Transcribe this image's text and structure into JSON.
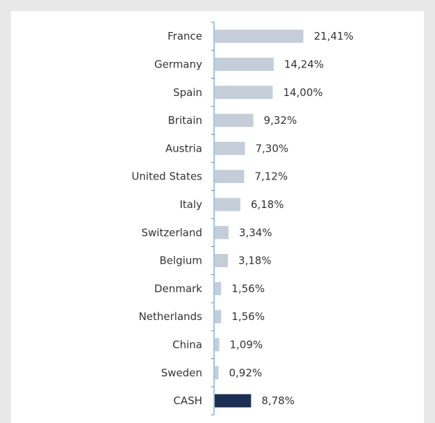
{
  "chart_data": {
    "type": "bar",
    "orientation": "horizontal",
    "title": "",
    "xlabel": "",
    "ylabel": "",
    "grid": false,
    "categories": [
      "France",
      "Germany",
      "Spain",
      "Britain",
      "Austria",
      "United States",
      "Italy",
      "Switzerland",
      "Belgium",
      "Denmark",
      "Netherlands",
      "China",
      "Sweden",
      "CASH"
    ],
    "values": [
      21.41,
      14.24,
      14.0,
      9.32,
      7.3,
      7.12,
      6.18,
      3.34,
      3.18,
      1.56,
      1.56,
      1.09,
      0.92,
      8.78
    ],
    "value_labels": [
      "21,41%",
      "14,24%",
      "14,00%",
      "9,32%",
      "7,30%",
      "7,12%",
      "6,18%",
      "3,34%",
      "3,18%",
      "1,56%",
      "1,56%",
      "1,09%",
      "0,92%",
      "8,78%"
    ],
    "colors": [
      "#c5ced8",
      "#c5ced8",
      "#c5ced8",
      "#c5ced8",
      "#c5ced8",
      "#c5ced8",
      "#c5ced8",
      "#c5ced8",
      "#c5ced8",
      "#c5ced8",
      "#c5ced8",
      "#c5ced8",
      "#c5ced8",
      "#1d2f55"
    ],
    "axis_color": "#3a8fd0"
  }
}
